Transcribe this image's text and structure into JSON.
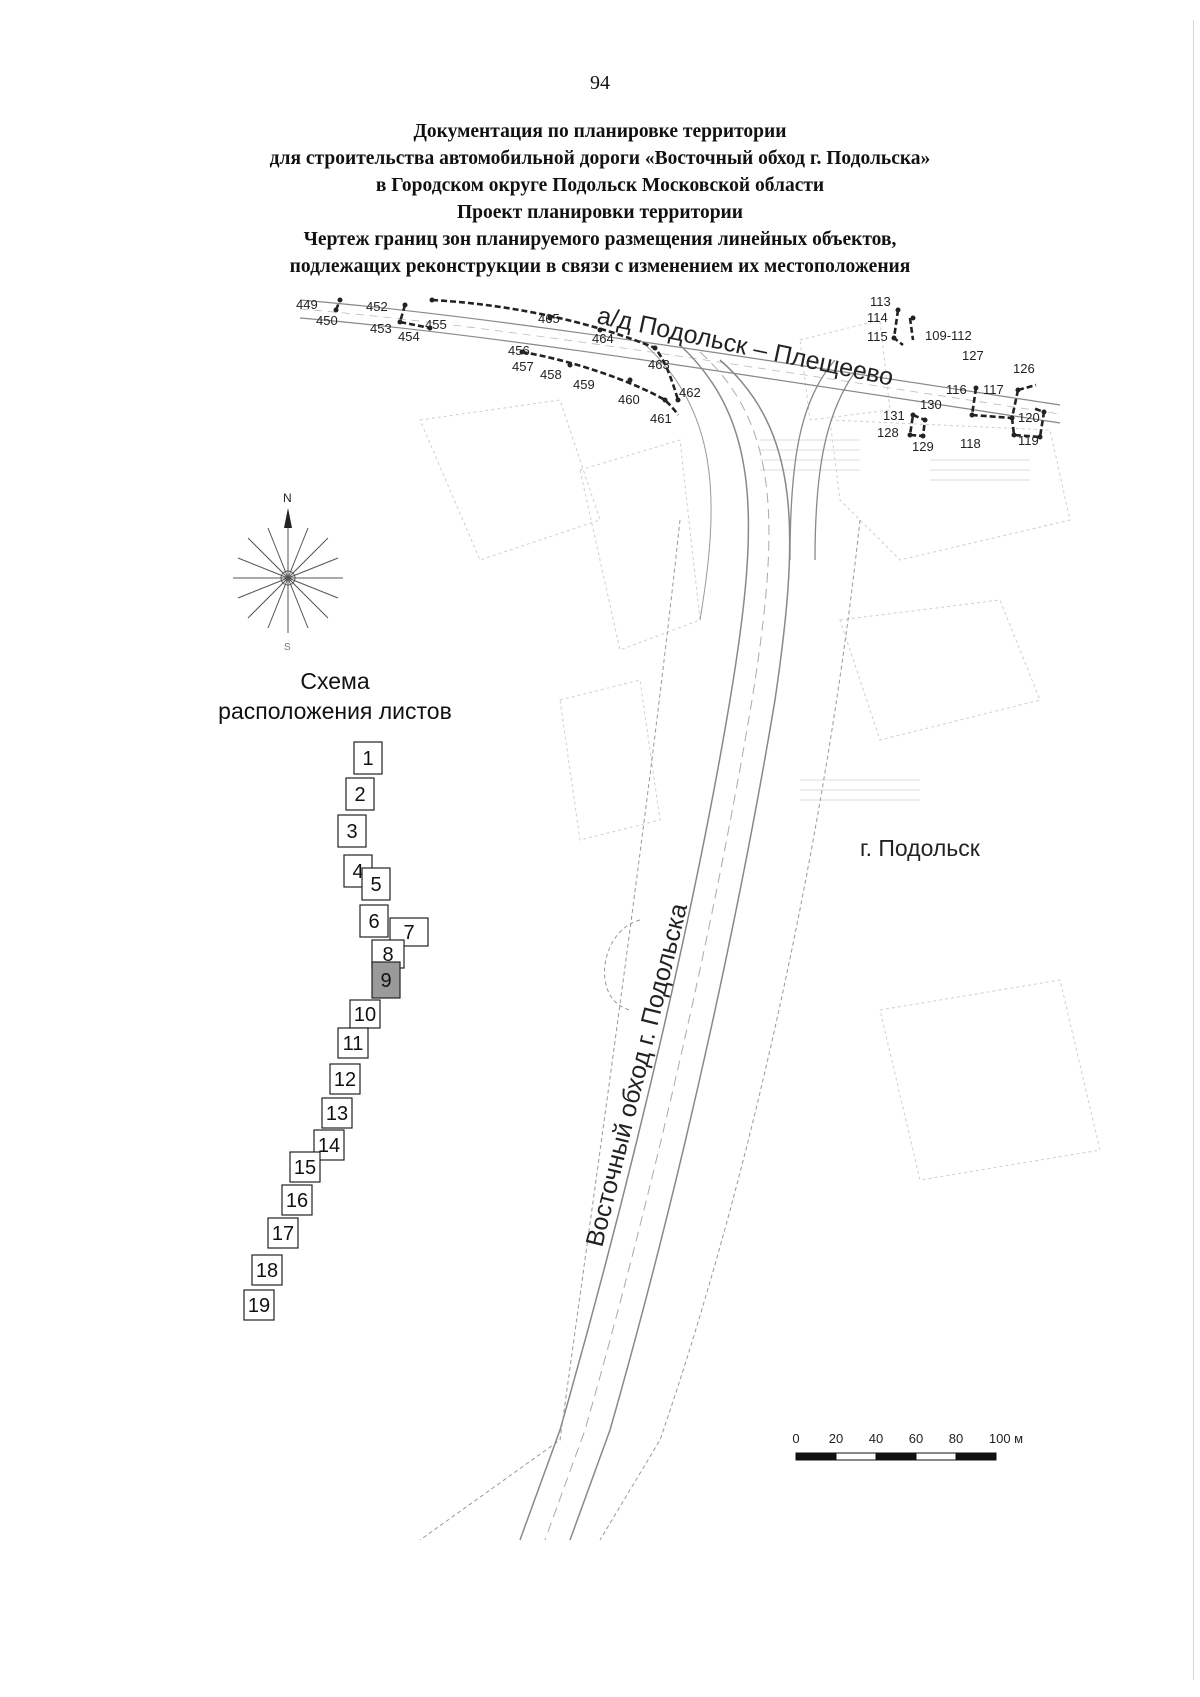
{
  "page_number": "94",
  "title_lines": [
    "Документация по планировке территории",
    "для строительства автомобильной дороги «Восточный обход г. Подольска»",
    "в Городском округе Подольск Московской области",
    "Проект планировки территории",
    "Чертеж границ зон планируемого размещения линейных объектов,",
    "подлежащих реконструкции в связи с изменением их местоположения"
  ],
  "map": {
    "road_top_label": "а/д Подольск – Плещеево",
    "road_main_label": "Восточный обход г. Подольска",
    "city_label": "г. Подольск",
    "compass_north": "N",
    "compass_south": "S",
    "point_labels": {
      "p449": "449",
      "p450": "450",
      "p452": "452",
      "p453": "453",
      "p454": "454",
      "p455": "455",
      "p465": "465",
      "p464": "464",
      "p456": "456",
      "p457": "457",
      "p458": "458",
      "p459": "459",
      "p463": "463",
      "p460": "460",
      "p462": "462",
      "p461": "461",
      "p113": "113",
      "p114": "114",
      "p115": "115",
      "p109_112": "109-112",
      "p127": "127",
      "p126": "126",
      "p116": "116",
      "p117": "117",
      "p130": "130",
      "p131": "131",
      "p128": "128",
      "p129": "129",
      "p118": "118",
      "p120": "120",
      "p119": "119"
    }
  },
  "sheet_scheme": {
    "title_line1": "Схема",
    "title_line2": "расположения листов",
    "active_sheet": "9",
    "sheets": [
      "1",
      "2",
      "3",
      "4",
      "5",
      "6",
      "7",
      "8",
      "9",
      "10",
      "11",
      "12",
      "13",
      "14",
      "15",
      "16",
      "17",
      "18",
      "19"
    ]
  },
  "scale_bar": {
    "labels": [
      "0",
      "20",
      "40",
      "60",
      "80",
      "100 м"
    ]
  },
  "colors": {
    "active_sheet_fill": "#9a9a9a",
    "boundary": "#222222",
    "road": "#555555",
    "faint": "#c8c8c8"
  }
}
